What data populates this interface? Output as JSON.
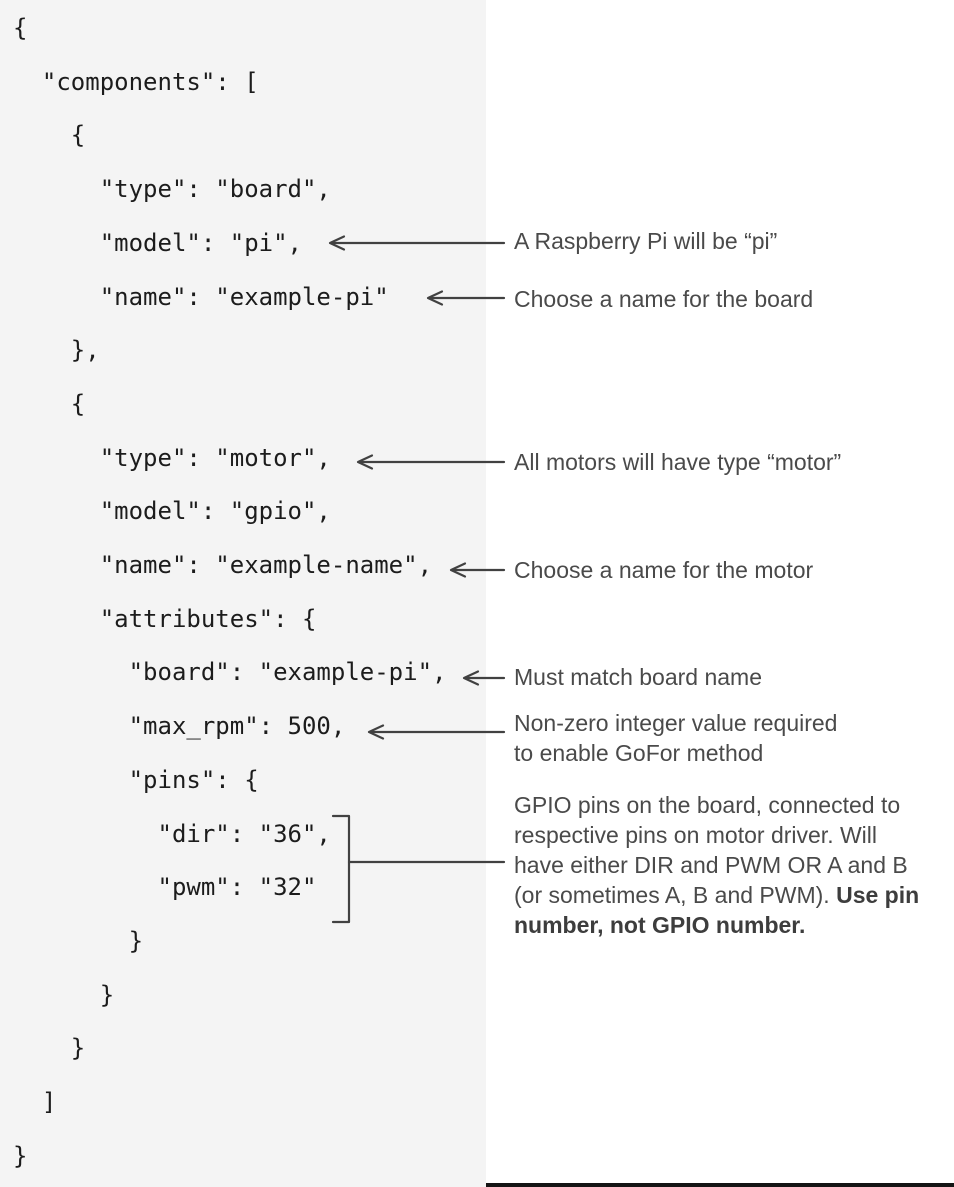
{
  "figure": {
    "kind": "annotated-code-figure",
    "language": "json"
  },
  "colors": {
    "page_bg": "#ffffff",
    "panel_bg": "#f4f4f4",
    "code_text": "#1c1c1c",
    "annotation_text": "#4a4a4a",
    "annotation_bold_text": "#3d3d3d",
    "connector": "#414141",
    "divider": "#141414"
  },
  "code": {
    "indent_unit": 2,
    "lines": [
      {
        "indent": 0,
        "text": "{"
      },
      {
        "indent": 1,
        "text": "\"components\": ["
      },
      {
        "indent": 2,
        "text": "{"
      },
      {
        "indent": 3,
        "text": "\"type\": \"board\","
      },
      {
        "indent": 3,
        "text": "\"model\": \"pi\","
      },
      {
        "indent": 3,
        "text": "\"name\": \"example-pi\""
      },
      {
        "indent": 2,
        "text": "},"
      },
      {
        "indent": 2,
        "text": "{"
      },
      {
        "indent": 3,
        "text": "\"type\": \"motor\","
      },
      {
        "indent": 3,
        "text": "\"model\": \"gpio\","
      },
      {
        "indent": 3,
        "text": "\"name\": \"example-name\","
      },
      {
        "indent": 3,
        "text": "\"attributes\": {"
      },
      {
        "indent": 4,
        "text": "\"board\": \"example-pi\","
      },
      {
        "indent": 4,
        "text": "\"max_rpm\": 500,"
      },
      {
        "indent": 4,
        "text": "\"pins\": {"
      },
      {
        "indent": 5,
        "text": "\"dir\": \"36\","
      },
      {
        "indent": 5,
        "text": "\"pwm\": \"32\""
      },
      {
        "indent": 4,
        "text": "}"
      },
      {
        "indent": 3,
        "text": "}"
      },
      {
        "indent": 2,
        "text": "}"
      },
      {
        "indent": 1,
        "text": "]"
      },
      {
        "indent": 0,
        "text": "}"
      }
    ]
  },
  "annotations": [
    {
      "id": "raspberry-pi-model",
      "target_lines": [
        4
      ],
      "connector": "arrow",
      "lines": [
        [
          {
            "text": "A Raspberry Pi will be “pi”",
            "bold": false
          }
        ]
      ]
    },
    {
      "id": "board-name",
      "target_lines": [
        5
      ],
      "connector": "arrow",
      "lines": [
        [
          {
            "text": "Choose a name for the board",
            "bold": false
          }
        ]
      ]
    },
    {
      "id": "motor-type",
      "target_lines": [
        8
      ],
      "connector": "arrow",
      "lines": [
        [
          {
            "text": "All motors will have type “motor”",
            "bold": false
          }
        ]
      ]
    },
    {
      "id": "motor-name",
      "target_lines": [
        10
      ],
      "connector": "arrow",
      "lines": [
        [
          {
            "text": "Choose a name for the motor",
            "bold": false
          }
        ]
      ]
    },
    {
      "id": "board-match",
      "target_lines": [
        12
      ],
      "connector": "arrow",
      "lines": [
        [
          {
            "text": "Must match board name",
            "bold": false
          }
        ]
      ]
    },
    {
      "id": "max-rpm",
      "target_lines": [
        13
      ],
      "connector": "arrow",
      "lines": [
        [
          {
            "text": "Non-zero integer value required",
            "bold": false
          }
        ],
        [
          {
            "text": "to enable GoFor method",
            "bold": false
          }
        ]
      ]
    },
    {
      "id": "gpio-pins",
      "target_lines": [
        15,
        16
      ],
      "connector": "bracket",
      "lines": [
        [
          {
            "text": "GPIO pins on the board, connected to",
            "bold": false
          }
        ],
        [
          {
            "text": "respective pins on motor driver. Will",
            "bold": false
          }
        ],
        [
          {
            "text": "have either DIR and PWM OR A and B",
            "bold": false
          }
        ],
        [
          {
            "text": "(or sometimes A, B and PWM). ",
            "bold": false
          },
          {
            "text": "Use pin",
            "bold": true
          }
        ],
        [
          {
            "text": "number, not GPIO number.",
            "bold": true
          }
        ]
      ]
    }
  ]
}
